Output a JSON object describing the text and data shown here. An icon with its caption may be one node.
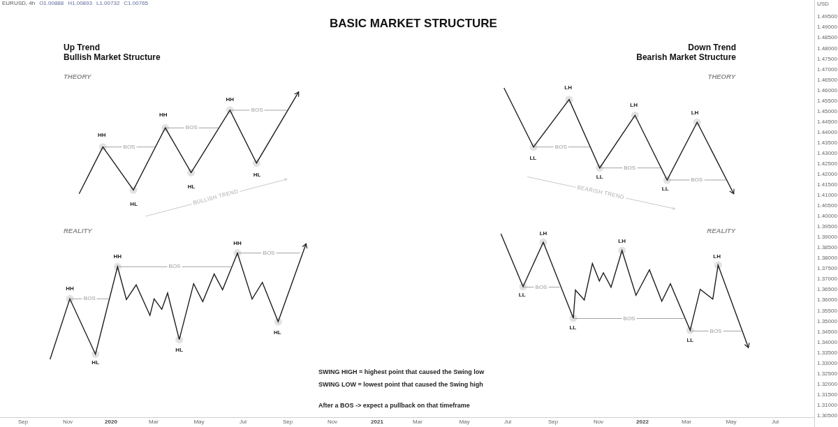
{
  "diagram": {
    "title": "BASIC MARKET STRUCTURE",
    "labels": [
      "EURUSD, 4h",
      "O1.00888",
      "H1.00893",
      "L1.00732",
      "C1.00765",
      "Up Trend",
      "Bullish Market Structure",
      "Down Trend",
      "Bearish Market Structure",
      "THEORY",
      "THEORY",
      "HH",
      "HL",
      "HH",
      "HL",
      "HH",
      "HL",
      "BOS",
      "BOS",
      "BOS",
      "BULLISH TREND",
      "LL",
      "LH",
      "LL",
      "LH",
      "LL",
      "LH",
      "BOS",
      "BOS",
      "BOS",
      "BEARISH TREND",
      "REALITY",
      "REALITY",
      "HH",
      "HL",
      "HH",
      "HL",
      "HH",
      "HL",
      "BOS",
      "BOS",
      "BOS",
      "LL",
      "LH",
      "LL",
      "LH",
      "LL",
      "LH",
      "BOS",
      "BOS",
      "BOS",
      "SWING HIGH = highest point that caused the Swing low",
      "SWING LOW = lowest point that caused the Swing high",
      "After a BOS -> expect a pullback on that timeframe",
      "USD",
      "1.49500",
      "1.49000",
      "1.48500",
      "1.48000",
      "1.47500",
      "1.47000",
      "1.46500",
      "1.46000",
      "1.45500",
      "1.45000",
      "1.44500",
      "1.44000",
      "1.43500",
      "1.43000",
      "1.42500",
      "1.42000",
      "1.41500",
      "1.41000",
      "1.40500",
      "1.40000",
      "1.39500",
      "1.39000",
      "1.38500",
      "1.38000",
      "1.37500",
      "1.37000",
      "1.36500",
      "1.36000",
      "1.35500",
      "1.35000",
      "1.34500",
      "1.34000",
      "1.33500",
      "1.33000",
      "1.32500",
      "1.32000",
      "1.31500",
      "1.31000",
      "1.30500",
      "Sep",
      "Nov",
      "2020",
      "Mar",
      "May",
      "Jul",
      "Sep",
      "Nov",
      "2021",
      "Mar",
      "May",
      "Jul",
      "Sep",
      "Nov",
      "2022",
      "Mar",
      "May",
      "Jul"
    ]
  }
}
